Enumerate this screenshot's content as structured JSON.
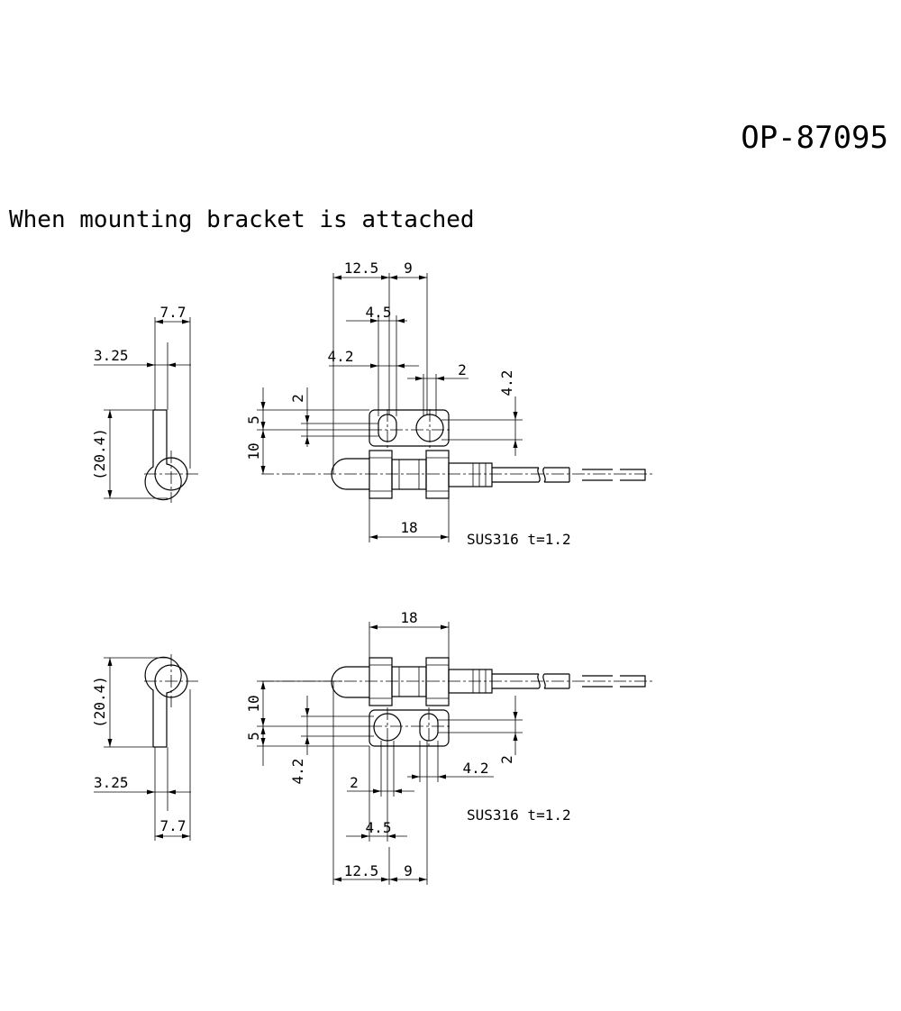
{
  "drawing": {
    "part_number": "OP-87095",
    "heading": "When mounting bracket is attached"
  },
  "top_view": {
    "side": {
      "dim_7_7": "7.7",
      "dim_3_25": "3.25",
      "dim_20_4": "(20.4)"
    },
    "front": {
      "dim_12_5": "12.5",
      "dim_9": "9",
      "dim_4_5": "4.5",
      "dim_4_2_left": "4.2",
      "dim_2_right": "2",
      "dim_4_2_vertical": "4.2",
      "dim_2_vertical": "2",
      "dim_5": "5",
      "dim_10": "10",
      "dim_18": "18",
      "material": "SUS316 t=1.2"
    }
  },
  "bottom_view": {
    "side": {
      "dim_20_4": "(20.4)",
      "dim_3_25": "3.25",
      "dim_7_7": "7.7"
    },
    "front": {
      "dim_18": "18",
      "dim_10": "10",
      "dim_5": "5",
      "dim_4_2_vertical": "4.2",
      "dim_2_left": "2",
      "dim_4_2_right": "4.2",
      "dim_2_vertical": "2",
      "dim_4_5": "4.5",
      "dim_12_5": "12.5",
      "dim_9": "9",
      "material": "SUS316 t=1.2"
    }
  }
}
